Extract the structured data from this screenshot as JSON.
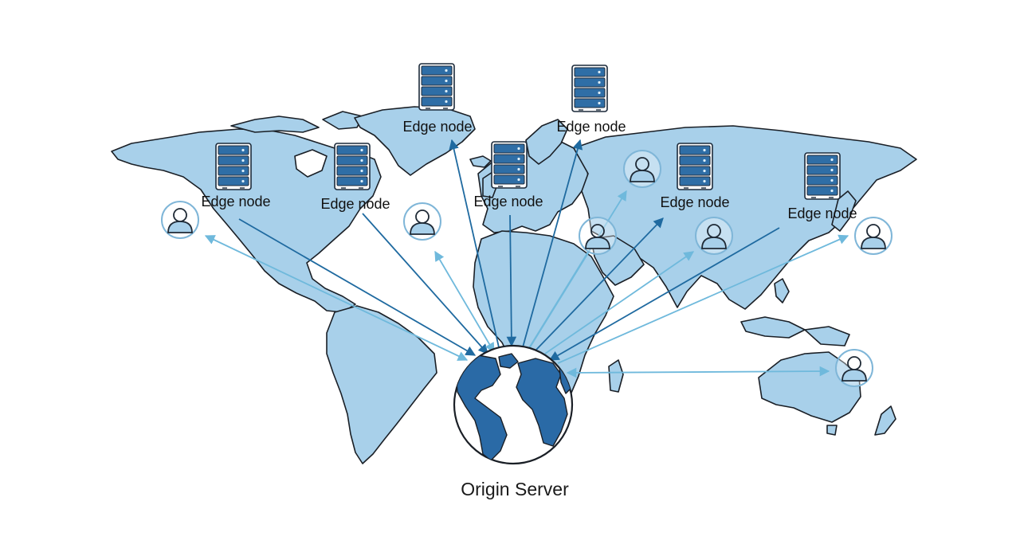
{
  "labels": {
    "edge_node": "Edge node",
    "origin_server": "Origin Server"
  },
  "colors": {
    "land": "#a8d0ea",
    "coast": "#1a1f26",
    "server_body": "#2f6ea6",
    "server_dark": "#1c4d7d",
    "arrow_dark": "#1f6aa0",
    "arrow_light": "#6fb9dc",
    "globe_ocean": "#ffffff",
    "globe_land": "#2a6aa6",
    "user_stroke": "#7fb6d8"
  },
  "icons": {
    "server": "server-rack-icon",
    "user": "user-avatar-icon",
    "globe": "globe-icon"
  },
  "edge_nodes": [
    {
      "id": "north-america-west",
      "label": "Edge node"
    },
    {
      "id": "north-america-east",
      "label": "Edge node"
    },
    {
      "id": "greenland",
      "label": "Edge node"
    },
    {
      "id": "europe-north",
      "label": "Edge node"
    },
    {
      "id": "europe-west",
      "label": "Edge node"
    },
    {
      "id": "asia-central",
      "label": "Edge node"
    },
    {
      "id": "asia-east",
      "label": "Edge node"
    }
  ],
  "users": [
    {
      "id": "user-pacific"
    },
    {
      "id": "user-atlantic"
    },
    {
      "id": "user-russia"
    },
    {
      "id": "user-middle-east"
    },
    {
      "id": "user-india"
    },
    {
      "id": "user-japan"
    },
    {
      "id": "user-australia"
    }
  ]
}
